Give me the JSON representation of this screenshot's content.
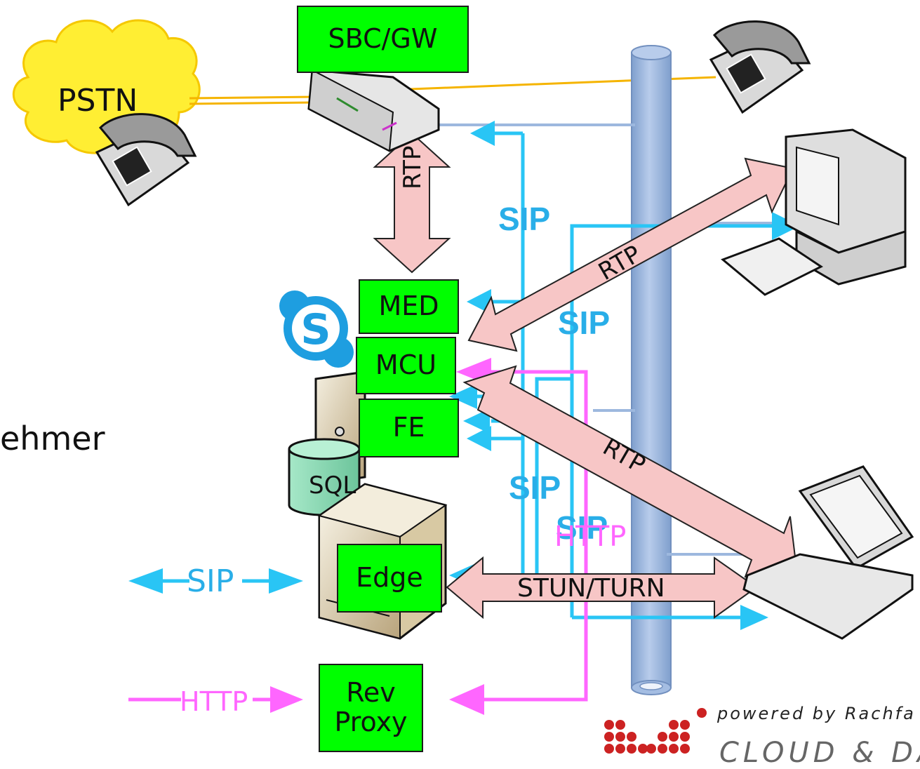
{
  "boxes": {
    "sbc": "SBC/GW",
    "med": "MED",
    "mcu": "MCU",
    "fe": "FE",
    "edge": "Edge",
    "rev_line1": "Rev",
    "rev_line2": "Proxy"
  },
  "labels": {
    "pstn": "PSTN",
    "sql": "SQL",
    "rtp_vertical": "RTP",
    "rtp_upper": "RTP",
    "rtp_lower": "RTP",
    "stun_turn": "STUN/TURN",
    "sip_1": "SIP",
    "sip_2": "SIP",
    "sip_3": "SIP",
    "sip_4": "SIP",
    "http_pink": "HTTP",
    "sip_left": "SIP",
    "http_left": "HTTP",
    "partial_word": "ehmer",
    "powered_by": "powered by Rachfa",
    "cloud_text": "CLOUD & DA"
  },
  "colors": {
    "sip": "#29aee8",
    "http": "#ff66ff",
    "rtp_fill": "#f7c6c6",
    "box_fill": "#00ff00",
    "pstn_cloud": "#ffee33",
    "pstn_line": "#f5b400",
    "backbone": "#9db8de",
    "logo_red": "#cc2222"
  },
  "icons": [
    "phone-icon",
    "router-icon",
    "skype-icon",
    "server-icon",
    "database-icon",
    "desktop-computer-icon",
    "laptop-icon"
  ]
}
